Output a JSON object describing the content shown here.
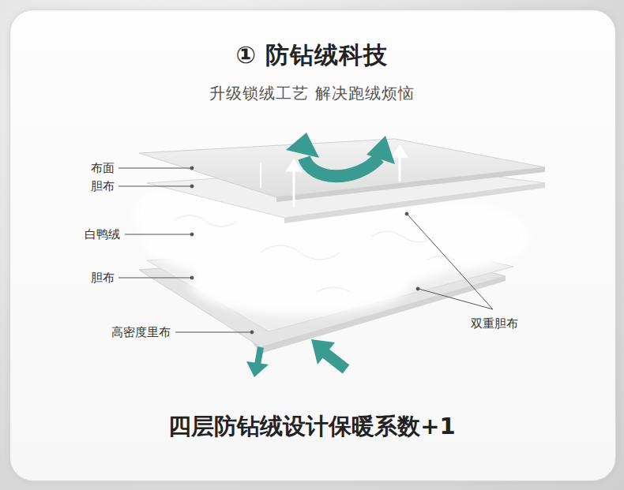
{
  "diagram": {
    "title": "① 防钻绒科技",
    "caption": "四层防钻绒设计保暖系数+1",
    "labels": [
      "升级锁绒工艺 解决跑绒烦恼",
      "布面",
      "胆布",
      "白鸭绒",
      "胆布",
      "高密度里布",
      "双重胆布"
    ]
  }
}
